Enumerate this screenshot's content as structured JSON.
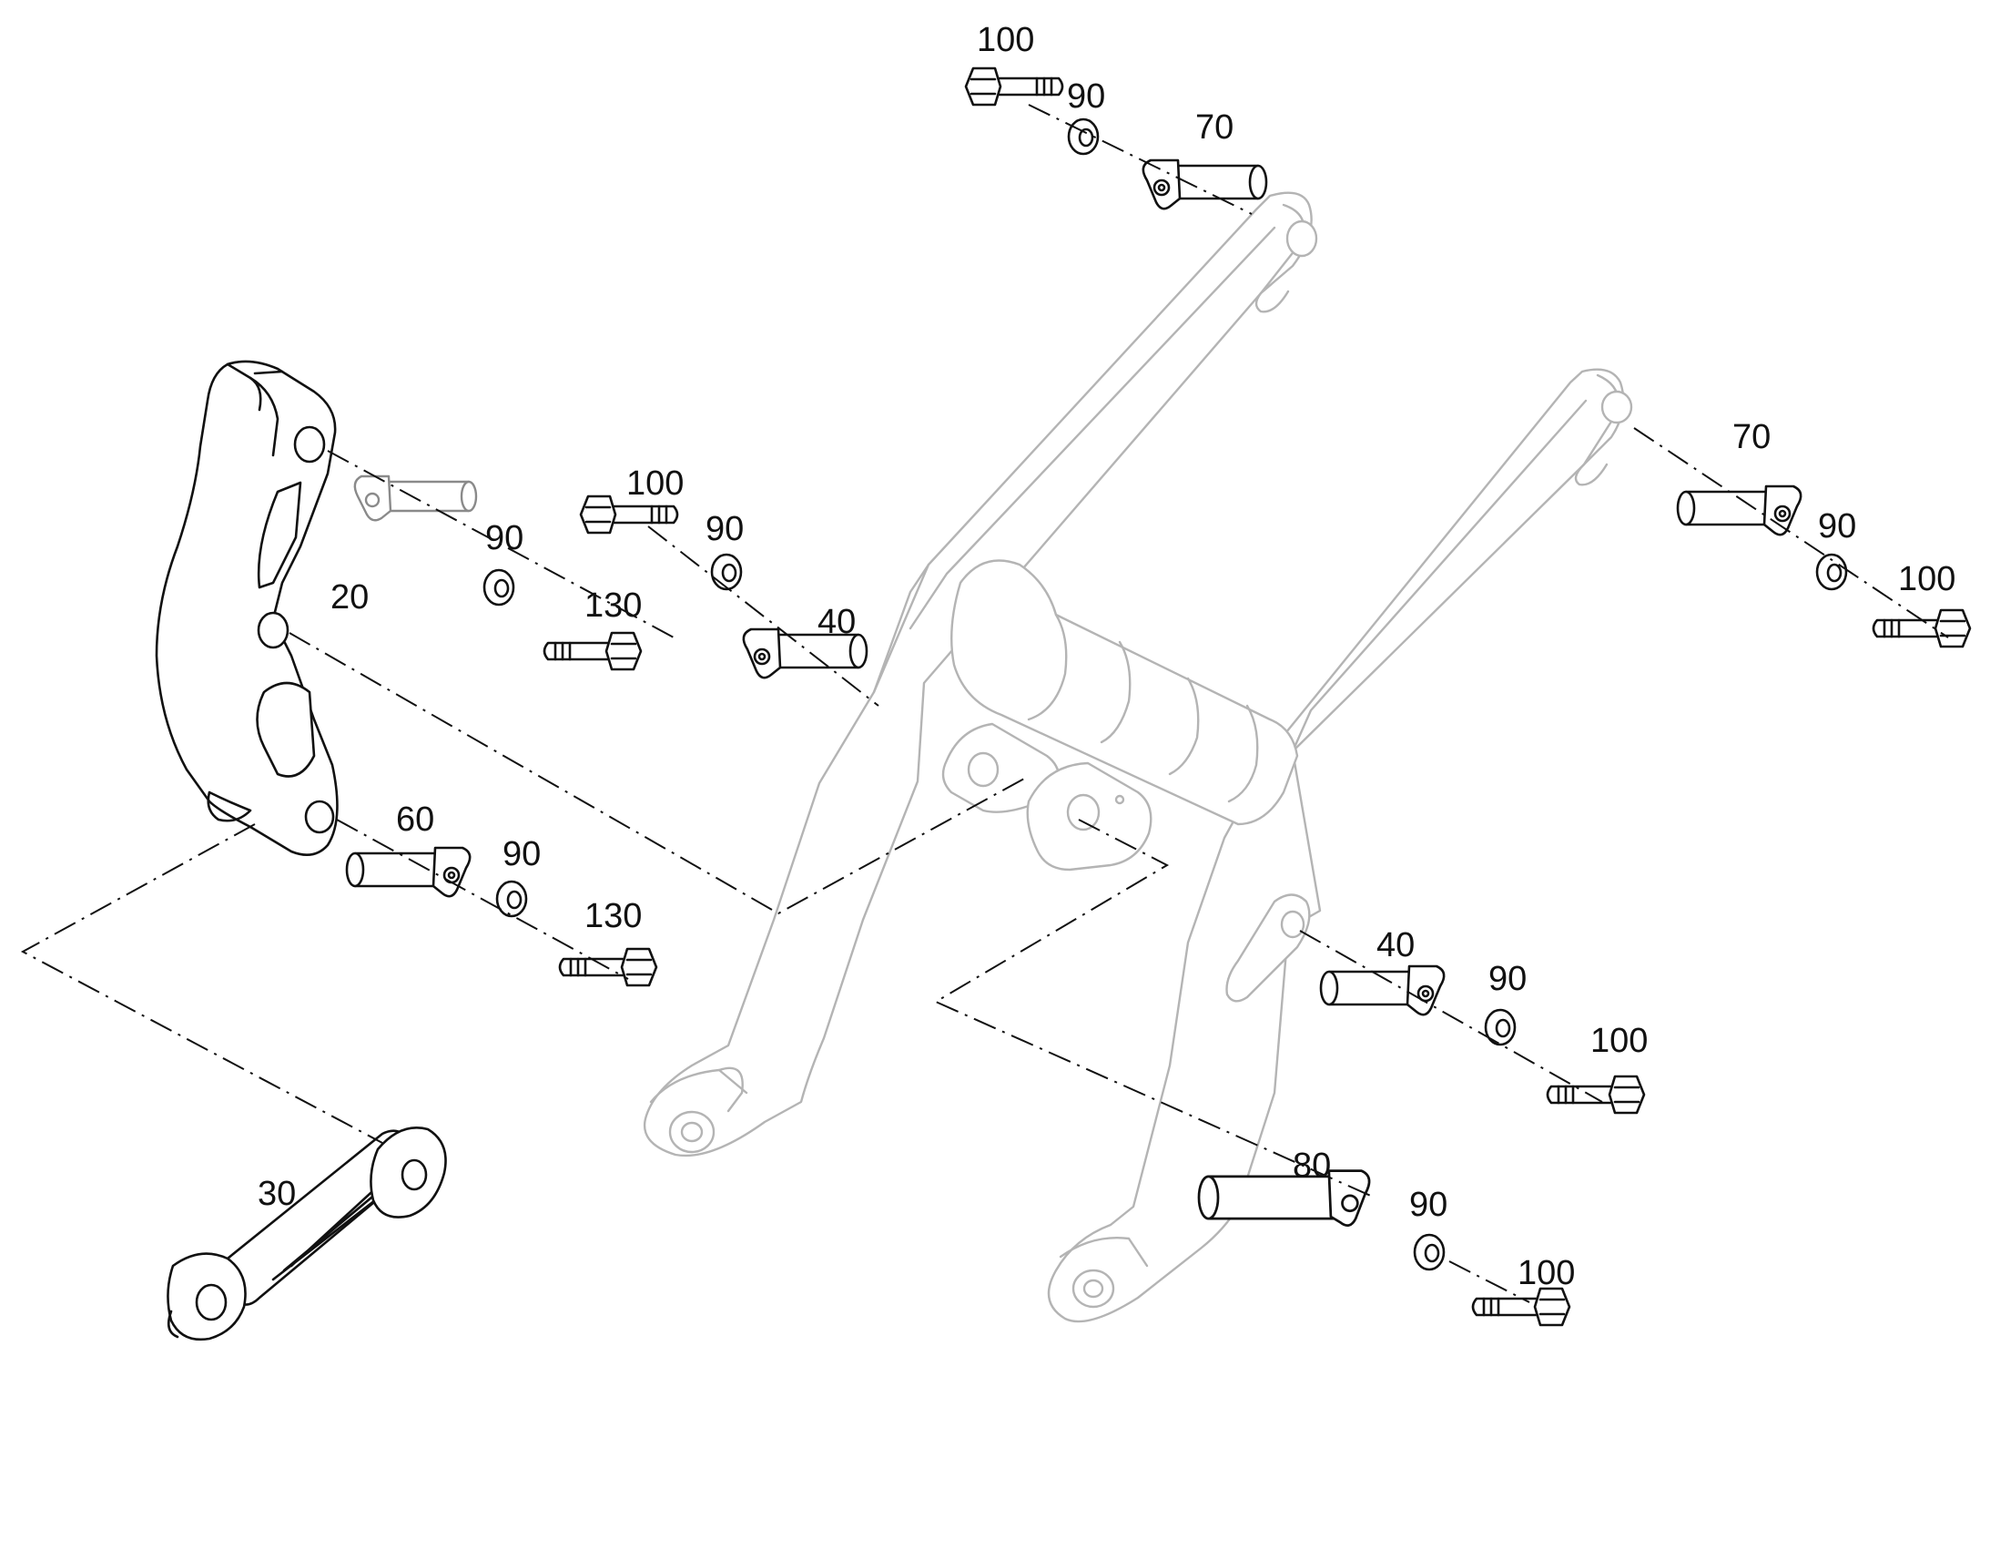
{
  "diagram": {
    "callouts": [
      {
        "id": "c100a",
        "text": "100"
      },
      {
        "id": "c90a",
        "text": "90"
      },
      {
        "id": "c70a",
        "text": "70"
      },
      {
        "id": "c100b",
        "text": "100"
      },
      {
        "id": "c90b",
        "text": "90"
      },
      {
        "id": "c40a",
        "text": "40"
      },
      {
        "id": "c90c",
        "text": "90"
      },
      {
        "id": "c130a",
        "text": "130"
      },
      {
        "id": "c20",
        "text": "20"
      },
      {
        "id": "c60",
        "text": "60"
      },
      {
        "id": "c90d",
        "text": "90"
      },
      {
        "id": "c130b",
        "text": "130"
      },
      {
        "id": "c30",
        "text": "30"
      },
      {
        "id": "c70b",
        "text": "70"
      },
      {
        "id": "c90e",
        "text": "90"
      },
      {
        "id": "c100c",
        "text": "100"
      },
      {
        "id": "c40b",
        "text": "40"
      },
      {
        "id": "c90f",
        "text": "90"
      },
      {
        "id": "c100d",
        "text": "100"
      },
      {
        "id": "c80",
        "text": "80"
      },
      {
        "id": "c90g",
        "text": "90"
      },
      {
        "id": "c100e",
        "text": "100"
      }
    ]
  }
}
